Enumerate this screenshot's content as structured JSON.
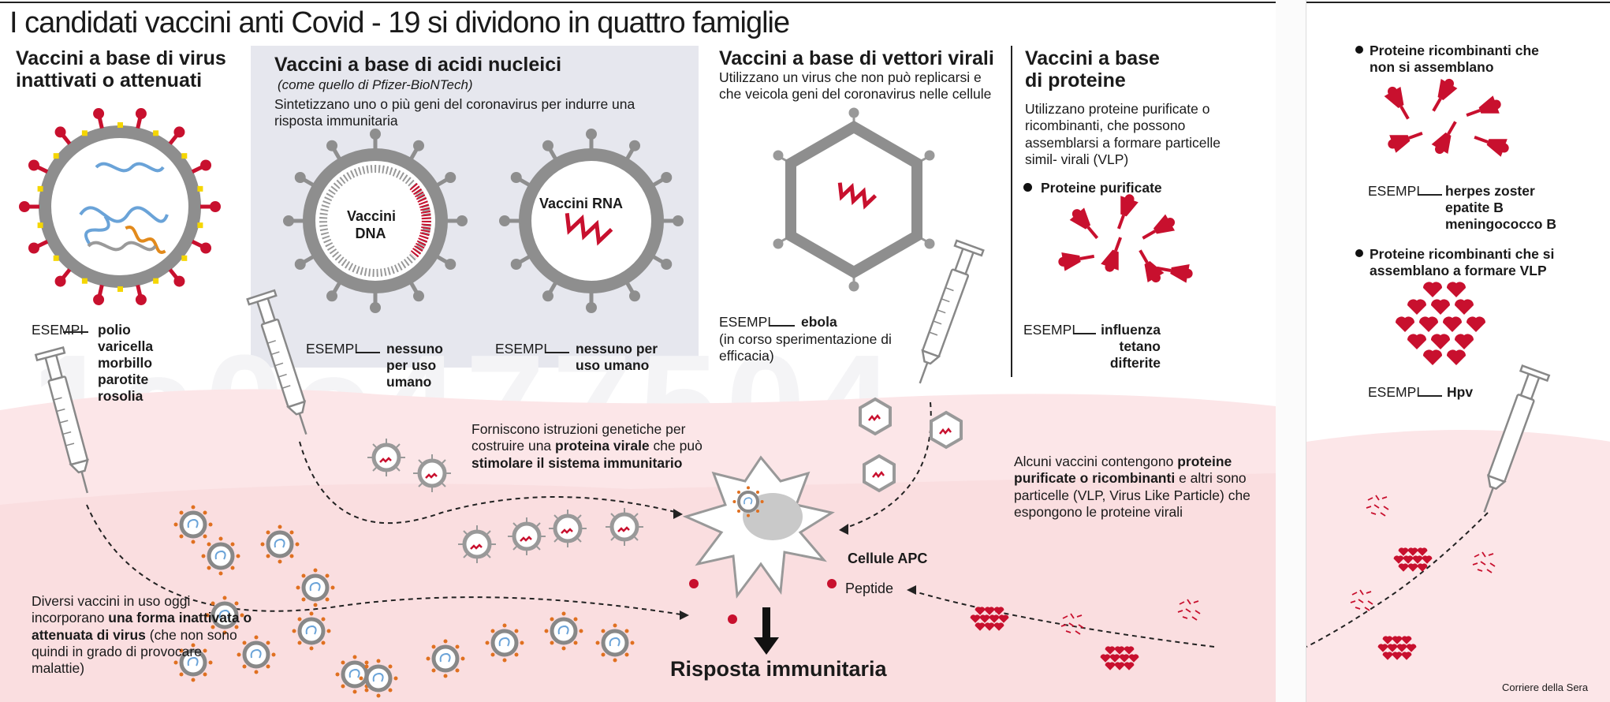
{
  "title": "I candidati vaccini anti Covid - 19  si dividono in quattro famiglie",
  "col1": {
    "heading": "Vaccini a base di virus inattivati o attenuati",
    "examples_label": "ESEMPI",
    "examples": [
      "polio",
      "varicella",
      "morbillo",
      "parotite",
      "rosolia"
    ]
  },
  "col2": {
    "heading": "Vaccini a base di acidi nucleici",
    "subheading": "(come quello di Pfizer-BioNTech)",
    "description": "Sintetizzano uno o più geni del coronavirus per indurre una risposta immunitaria",
    "dna_label": "Vaccini DNA",
    "rna_label": "Vaccini RNA",
    "dna_examples_label": "ESEMPI",
    "dna_examples": "nessuno per uso umano",
    "rna_examples_label": "ESEMPI",
    "rna_examples": "nessuno per uso umano"
  },
  "col3": {
    "heading": "Vaccini a base  di vettori virali",
    "description": "Utilizzano un virus che non può replicarsi e che veicola geni del coronavirus nelle cellule",
    "examples_label": "ESEMPI",
    "examples": "ebola",
    "examples_note": "(in corso sperimentazione di efficacia)"
  },
  "col4": {
    "heading": "Vaccini a base di proteine",
    "description": "Utilizzano proteine purificate o ricombinanti, che possono assemblarsi a formare particelle simil- virali (VLP)",
    "bullet": "Proteine purificate",
    "examples_label": "ESEMPI",
    "examples": [
      "influenza",
      "tetano",
      "difterite"
    ]
  },
  "side": {
    "bullet1": "Proteine ricombinanti che non si assemblano",
    "examples1_label": "ESEMPI",
    "examples1": [
      "herpes zoster",
      "epatite B",
      "meningococco B"
    ],
    "bullet2": "Proteine ricombinanti che si assemblano a formare VLP",
    "examples2_label": "ESEMPI",
    "examples2": [
      "Hpv"
    ],
    "credit": "Corriere della Sera"
  },
  "bottom": {
    "note_genetic_pre": "Forniscono istruzioni genetiche per costruire una ",
    "note_genetic_b1": "proteina virale",
    "note_genetic_mid": " che può ",
    "note_genetic_b2": "stimolare il sistema immunitario",
    "note_inactivated_pre": "Diversi vaccini in uso oggi incorporano ",
    "note_inactivated_b": "una forma inattivata o attenuata  di virus",
    "note_inactivated_post": " (che non sono quindi in grado di provocare malattie)",
    "note_protein_pre": "Alcuni vaccini contengono ",
    "note_protein_b": "proteine purificate o ricombinanti",
    "note_protein_post": "  e altri sono particelle (VLP, Virus Like Particle) che espongono le proteine virali",
    "cell_label": "Cellule APC",
    "peptide_label": "Peptide",
    "response_label": "Risposta immunitaria"
  },
  "colors": {
    "accent": "#c8102e",
    "pink": "#fbe4e6",
    "panel_gray": "#e6e7ee",
    "virus_gray": "#8e8e8e"
  }
}
